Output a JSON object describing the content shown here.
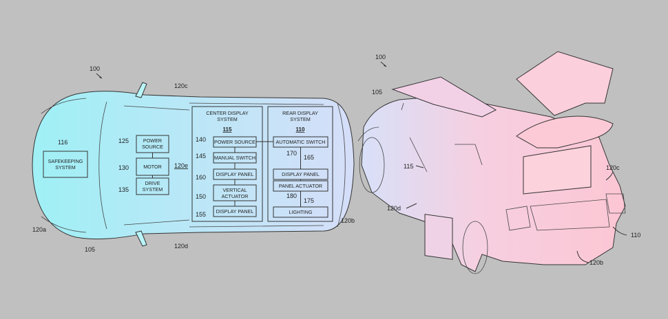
{
  "left_figure": {
    "ref_vehicle": "100",
    "ref_body": "105",
    "ref_front": "120a",
    "ref_rear": "120b",
    "ref_side_top": "120c",
    "ref_side_bottom": "120d",
    "ref_cabin": "120e",
    "safekeeping": {
      "ref": "116",
      "line1": "SAFEKEEPING",
      "line2": "SYSTEM"
    },
    "drivetrain": [
      {
        "ref": "125",
        "line1": "POWER",
        "line2": "SOURCE"
      },
      {
        "ref": "130",
        "line1": "MOTOR"
      },
      {
        "ref": "135",
        "line1": "DRIVE",
        "line2": "SYSTEM"
      }
    ],
    "center_display": {
      "title1": "CENTER DISPLAY",
      "title2": "SYSTEM",
      "ref": "115",
      "items": [
        {
          "ref": "140",
          "line1": "POWER SOURCE"
        },
        {
          "ref": "145",
          "line1": "MANUAL SWITCH"
        },
        {
          "ref": "160",
          "line1": "DISPLAY PANEL"
        },
        {
          "ref": "150",
          "line1": "VERTICAL",
          "line2": "ACTUATOR"
        },
        {
          "ref": "155",
          "line1": "DISPLAY PANEL"
        }
      ]
    },
    "rear_display": {
      "title1": "REAR DISPLAY",
      "title2": "SYSTEM",
      "ref": "110",
      "items": [
        {
          "ref": "165",
          "line1": "AUTOMATIC SWITCH"
        },
        {
          "ref": "170",
          "line1": "DISPLAY PANEL"
        },
        {
          "ref": "175",
          "line1": "PANEL ACTUATOR"
        },
        {
          "ref": "180",
          "line1": "LIGHTING"
        }
      ]
    }
  },
  "right_figure": {
    "ref_vehicle": "100",
    "ref_body": "105",
    "ref_center_display": "115",
    "ref_side_bottom": "120d",
    "ref_side_top": "120c",
    "ref_rear_display": "110",
    "ref_rear": "120b"
  },
  "colors": {
    "background": "#c0c0c0",
    "left_start": "#9ff0f6",
    "left_end": "#d6def8",
    "right_start": "#d8e0f8",
    "right_end": "#fcc6d4"
  }
}
